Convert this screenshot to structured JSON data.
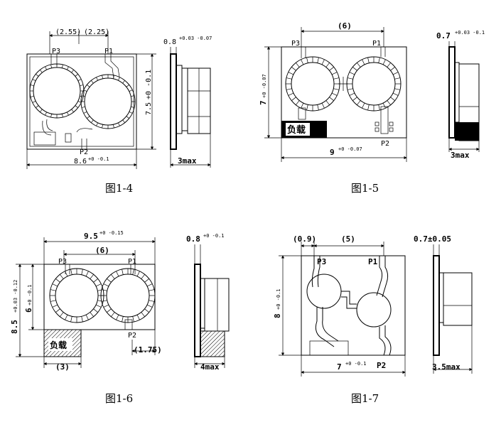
{
  "captions": {
    "fig4": "图1-4",
    "fig5": "图1-5",
    "fig6": "图1-6",
    "fig7": "图1-7"
  },
  "fig4": {
    "d_255": "(2.55)",
    "d_225": "(2.25)",
    "p1": "P1",
    "p2": "P2",
    "p3": "P3",
    "height": "7.5",
    "height_tol": "+0 -0.1",
    "width": "8.6",
    "width_tol": "+0 -0.1",
    "thickness": "0.8",
    "thickness_tol": "+0.03 -0.07",
    "side_max": "3max"
  },
  "fig5": {
    "spacing": "(6)",
    "p1": "P1",
    "p2": "P2",
    "p3": "P3",
    "height": "7",
    "height_tol": "+0 -0.07",
    "width": "9",
    "width_tol": "+0 -0.07",
    "load": "负载",
    "thickness": "0.7",
    "thickness_tol": "+0.03 -0.1",
    "side_max": "3max"
  },
  "fig6": {
    "width": "9.5",
    "width_tol": "+0 -0.15",
    "spacing": "(6)",
    "p1": "P1",
    "p2": "P2",
    "p3": "P3",
    "total_height": "8.5",
    "total_height_tol": "+0.03 -0.12",
    "height": "6",
    "height_tol": "+0 -0.1",
    "load": "负载",
    "load_width": "(3)",
    "offset": "(1.75)",
    "thickness": "0.8",
    "thickness_tol": "+0 -0.1",
    "side_max": "4max"
  },
  "fig7": {
    "offset": "(0.9)",
    "spacing": "(5)",
    "p1": "P1",
    "p2": "P2",
    "p3": "P3",
    "height": "8",
    "height_tol": "+0 -0.1",
    "width": "7",
    "width_tol": "+0 -0.1",
    "thickness": "0.7±0.05",
    "side_max": "3.5max"
  }
}
